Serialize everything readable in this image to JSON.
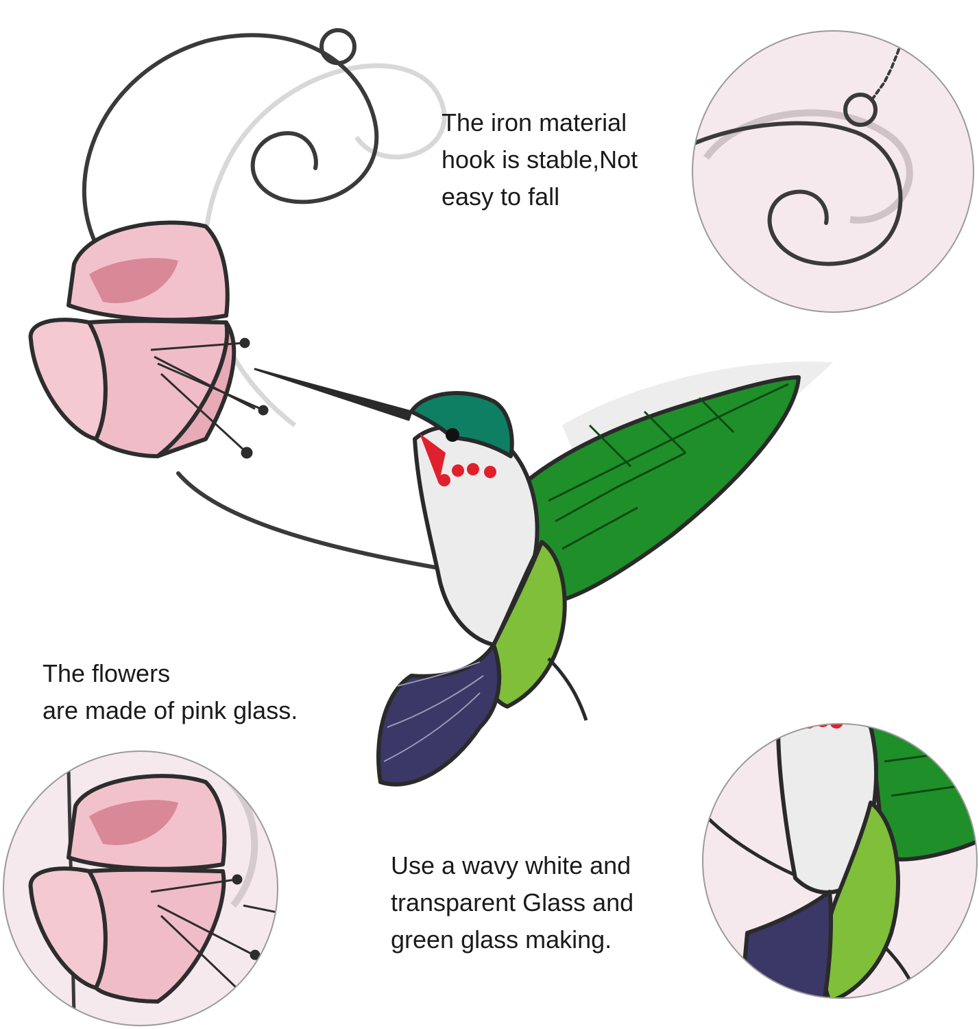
{
  "captions": {
    "hook": [
      "The iron material",
      "hook is stable,Not",
      "easy to fall"
    ],
    "flower": [
      "The flowers",
      "are made of pink glass."
    ],
    "glass": [
      "Use a wavy white and",
      "transparent Glass and",
      "green glass making."
    ]
  },
  "colors": {
    "background": "#ffffff",
    "circle_bg": "#f6e9ee",
    "pink_glass": "#f2c2cc",
    "pink_dark": "#d98898",
    "green_glass": "#1f8f2a",
    "green_dark": "#0e5e18",
    "lime_glass": "#7fbf3a",
    "white_glass": "#ececec",
    "purple_glass": "#3b3766",
    "red_throat": "#e0202c",
    "teal_head": "#0f7f63",
    "iron": "#3a3a3a"
  }
}
